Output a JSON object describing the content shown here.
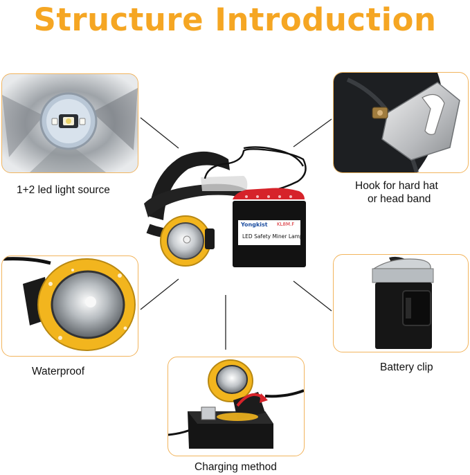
{
  "title": "Structure Introduction",
  "captions": {
    "led": "1+2 led light source",
    "hook_line1": "Hook for hard hat",
    "hook_line2": "or head band",
    "waterproof": "Waterproof",
    "battery": "Battery clip",
    "charging": "Charging method"
  },
  "product": {
    "brand": "Yongkist",
    "model": "KL8M.F",
    "name": "LED Safety Miner Lamp"
  },
  "colors": {
    "accent": "#F5A623",
    "panel_border": "#F2B45C",
    "lamp_yellow": "#F2B51E",
    "red_indicator": "#D6232A"
  }
}
